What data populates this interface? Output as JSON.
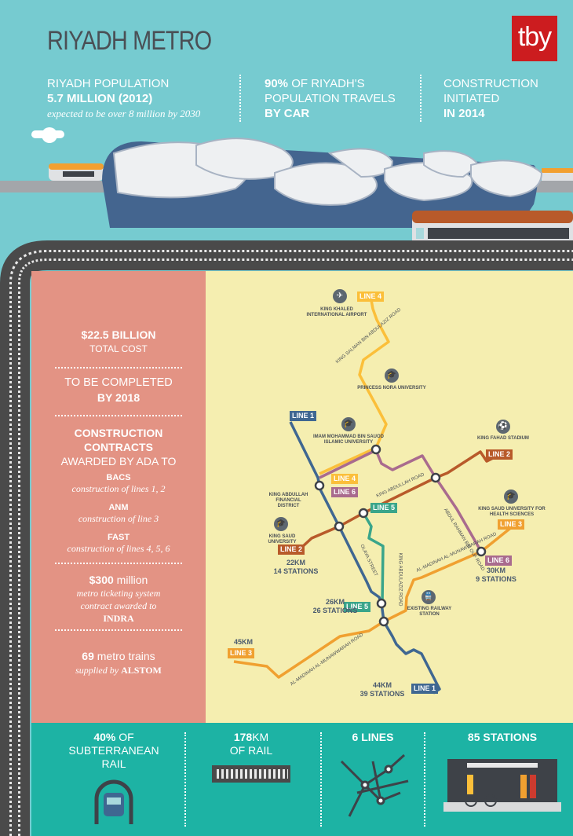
{
  "header": {
    "title": "RIYADH METRO",
    "logo": "tby"
  },
  "stats": [
    {
      "line1": "RIYADH POPULATION",
      "line2": "5.7 MILLION (2012)",
      "line3": "expected to be over 8 million by 2030"
    },
    {
      "bold": "90%",
      "line1": " OF RIYADH'S",
      "line2": "POPULATION TRAVELS",
      "line3": "BY CAR"
    },
    {
      "line1": "CONSTRUCTION",
      "line2": "INITIATED",
      "line3": "IN 2014"
    }
  ],
  "left_panel": {
    "cost": "$22.5 BILLION",
    "cost_label": "TOTAL COST",
    "complete1": "TO BE COMPLETED",
    "complete2": "BY 2018",
    "contracts1": "CONSTRUCTION",
    "contracts2": "CONTRACTS",
    "contracts3": "AWARDED BY ADA TO",
    "contractors": [
      {
        "name": "BACS",
        "desc": "construction of lines 1, 2"
      },
      {
        "name": "ANM",
        "desc": "construction of line 3"
      },
      {
        "name": "FAST",
        "desc": "construction of lines 4, 5, 6"
      }
    ],
    "ticket_amount": "$300",
    "ticket_unit": " million",
    "ticket_desc1": "metro ticketing system",
    "ticket_desc2": "contract awarded to",
    "ticket_company": "INDRA",
    "trains_count": "69",
    "trains_label": " metro trains",
    "trains_by": "supplied by ",
    "trains_company": "ALSTOM"
  },
  "map": {
    "colors": {
      "line1": "#3f6791",
      "line2": "#b85a2a",
      "line3": "#f0a030",
      "line4": "#fbbf3a",
      "line5": "#3aa58a",
      "line6": "#a96b8e"
    },
    "line_labels": {
      "line1": "LINE 1",
      "line2": "LINE 2",
      "line3": "LINE 3",
      "line4": "LINE 4",
      "line5": "LINE 5",
      "line6": "LINE 6"
    },
    "line_stats": {
      "line1": {
        "km": "44KM",
        "stations": "39 STATIONS"
      },
      "line2": {
        "km": "22KM",
        "stations": "14 STATIONS"
      },
      "line3": {
        "km": "45KM"
      },
      "line5": {
        "km": "26KM",
        "stations": "26 STATIONS"
      },
      "line6": {
        "km": "30KM",
        "stations": "9 STATIONS"
      }
    },
    "landmarks": {
      "airport": "KING KHALED INTERNATIONAL AIRPORT",
      "nora": "PRINCESS NORA UNIVERSITY",
      "imam": "IMAM MOHAMMAD BIN SAUOD ISLAMIC UNIVERSITY",
      "stadium": "KING FAHAD STADIUM",
      "kafd": "KING ABDULLAH FINANCIAL DISTRICT",
      "ksu_health": "KING SAUD UNIVERSITY FOR HEALTH SCIENCES",
      "ksu": "KING SAUD UNIVERSITY",
      "railway": "EXISTING RAILWAY STATION"
    },
    "roads": {
      "salman": "KING SALMAN BIN ABDULAZIZ ROAD",
      "abdullah": "KING ABDULLAH ROAD",
      "abdulrahman": "ABDUL RAHMAN BIN OUF ROAD",
      "madinah1": "AL-MADINAH AL-MUNAWWARAH ROAD",
      "olaya": "OLAYA STREET",
      "abdulaziz": "KING ABDULAZIZ ROAD",
      "madinah2": "AL-MADINAH AL-MUNAWWARAH ROAD"
    }
  },
  "bottom": [
    {
      "bold": "40%",
      "text1": " OF",
      "text2": "SUBTERRANEAN",
      "text3": "RAIL",
      "icon": "tunnel-train-icon"
    },
    {
      "bold": "178",
      "text1": "KM",
      "text2": "OF RAIL",
      "icon": "rail-track-icon"
    },
    {
      "bold": "6 LINES",
      "icon": "network-icon"
    },
    {
      "bold": "85 STATIONS",
      "icon": "station-platform-icon"
    }
  ]
}
